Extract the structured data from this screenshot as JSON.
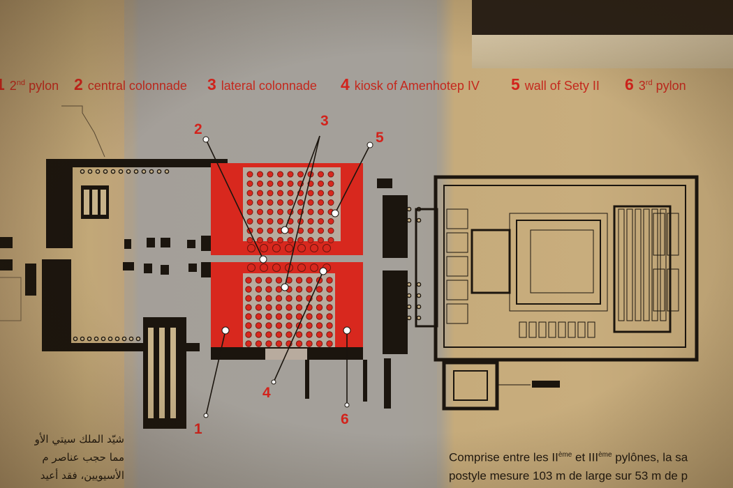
{
  "legend": [
    {
      "num": "1",
      "text": "2",
      "sup": "nd",
      "rest": " pylon"
    },
    {
      "num": "2",
      "text": "central colonnade",
      "sup": "",
      "rest": ""
    },
    {
      "num": "3",
      "text": "lateral colonnade",
      "sup": "",
      "rest": ""
    },
    {
      "num": "4",
      "text": "kiosk of Amenhotep IV",
      "sup": "",
      "rest": ""
    },
    {
      "num": "5",
      "text": "wall of Sety II",
      "sup": "",
      "rest": ""
    },
    {
      "num": "6",
      "text": "3",
      "sup": "rd",
      "rest": " pylon"
    }
  ],
  "callouts": {
    "c1": "1",
    "c2": "2",
    "c3": "3",
    "c4": "4",
    "c5": "5",
    "c6": "6"
  },
  "french_text": {
    "line1_a": "Comprise entre les II",
    "line1_sup1": "ème",
    "line1_b": " et III",
    "line1_sup2": "ème",
    "line1_c": " pylônes, la sa",
    "line2": "postyle mesure 103 m de large sur 53 m de p"
  },
  "arabic_text": {
    "line1": "شيّد الملك سيتي الأو",
    "line2": "مما حجب عناصر م",
    "line3": "الأسيويين، فقد أعيد"
  },
  "colors": {
    "accent_red": "#d2231c",
    "plan_black": "#1b150e",
    "hall_red": "#d8281e"
  }
}
